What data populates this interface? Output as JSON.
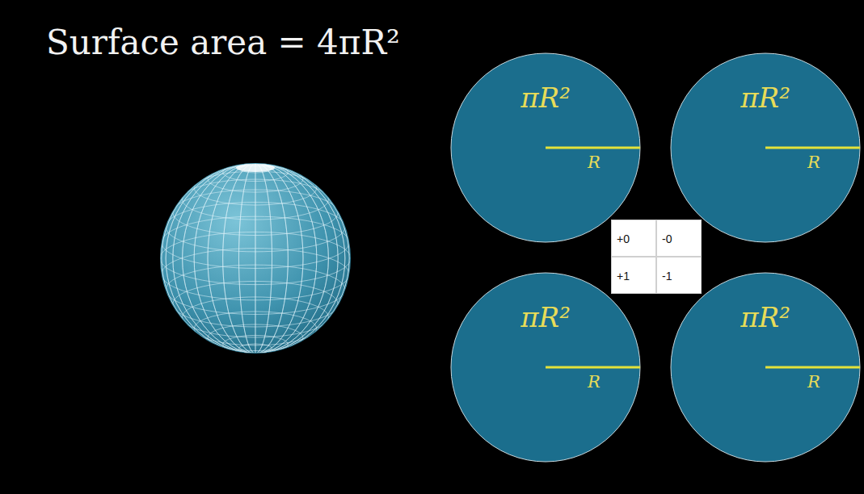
{
  "diagram": {
    "title": "Surface area = 4πR²",
    "nodes": [
      {
        "text": [
          "πR²",
          "R"
        ]
      },
      {
        "text": [
          "πR²",
          "R"
        ]
      },
      {
        "text": [
          "πR²",
          "R"
        ]
      },
      {
        "text": [
          "πR²",
          "R"
        ]
      }
    ],
    "labels": [
      "+0",
      "-0",
      "+1",
      "-1"
    ]
  }
}
